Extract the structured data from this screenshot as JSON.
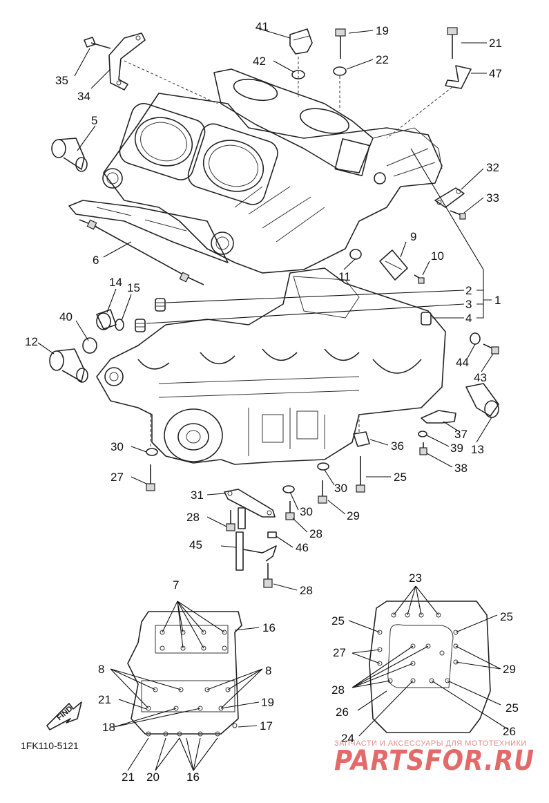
{
  "diagram": {
    "code": "1FK110-5121",
    "find_arrow_label": "FIND",
    "watermark": {
      "caption": "ЗАПЧАСТИ И АКСЕССУАРЫ ДЛЯ МОТОТЕХНИКИ",
      "brand": "PARTSFOR.RU"
    },
    "callouts": {
      "c1": "1",
      "c2": "2",
      "c3": "3",
      "c4": "4",
      "c5": "5",
      "c6": "6",
      "c7": "7",
      "c8a": "8",
      "c8b": "8",
      "c9": "9",
      "c10": "10",
      "c11": "11",
      "c12": "12",
      "c13": "13",
      "c14": "14",
      "c15": "15",
      "c16a": "16",
      "c16b": "16",
      "c17": "17",
      "c18": "18",
      "c19a": "19",
      "c19b": "19",
      "c20": "20",
      "c21a": "21",
      "c21b": "21",
      "c21c": "21",
      "c22": "22",
      "c23": "23",
      "c24": "24",
      "c25a": "25",
      "c25b": "25",
      "c25c": "25",
      "c25d": "25",
      "c26a": "26",
      "c26b": "26",
      "c27a": "27",
      "c27b": "27",
      "c28a": "28",
      "c28b": "28",
      "c28c": "28",
      "c28d": "28",
      "c29a": "29",
      "c29b": "29",
      "c30a": "30",
      "c30b": "30",
      "c30c": "30",
      "c31": "31",
      "c32": "32",
      "c33": "33",
      "c34": "34",
      "c35": "35",
      "c36": "36",
      "c37": "37",
      "c38": "38",
      "c39": "39",
      "c40": "40",
      "c41": "41",
      "c42": "42",
      "c43": "43",
      "c44": "44",
      "c45": "45",
      "c46": "46",
      "c47": "47"
    }
  }
}
